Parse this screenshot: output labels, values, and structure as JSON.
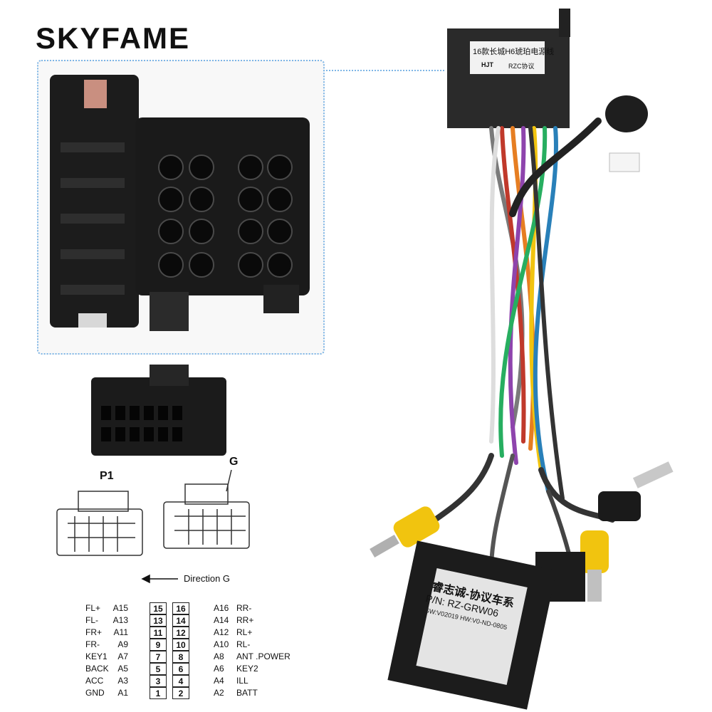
{
  "brand": {
    "name": "SKYFAME"
  },
  "harness_module": {
    "label_line1": "16款长城H6琥珀电源线",
    "label_hjt": "HJT",
    "label_protocol": "RZC协议"
  },
  "decoder_box": {
    "title": "睿志诚-协议车系",
    "part_number": "P/N: RZ-GRW06",
    "version_line": "SW:V02019  HW:V0-ND-0805"
  },
  "connectors": {
    "p1_label": "P1",
    "g_label": "G",
    "direction_label": "Direction G"
  },
  "pinout": {
    "rows": [
      {
        "sig_l": "FL+",
        "pin_l": "A15",
        "num_l": "15",
        "num_r": "16",
        "pin_r": "A16",
        "sig_r": "RR-"
      },
      {
        "sig_l": "FL-",
        "pin_l": "A13",
        "num_l": "13",
        "num_r": "14",
        "pin_r": "A14",
        "sig_r": "RR+"
      },
      {
        "sig_l": "FR+",
        "pin_l": "A11",
        "num_l": "11",
        "num_r": "12",
        "pin_r": "A12",
        "sig_r": "RL+"
      },
      {
        "sig_l": "FR-",
        "pin_l": "A9",
        "num_l": "9",
        "num_r": "10",
        "pin_r": "A10",
        "sig_r": "RL-"
      },
      {
        "sig_l": "KEY1",
        "pin_l": "A7",
        "num_l": "7",
        "num_r": "8",
        "pin_r": "A8",
        "sig_r": "ANT .POWER"
      },
      {
        "sig_l": "BACK",
        "pin_l": "A5",
        "num_l": "5",
        "num_r": "6",
        "pin_r": "A6",
        "sig_r": "KEY2"
      },
      {
        "sig_l": "ACC",
        "pin_l": "A3",
        "num_l": "3",
        "num_r": "4",
        "pin_r": "A4",
        "sig_r": "ILL"
      },
      {
        "sig_l": "GND",
        "pin_l": "A1",
        "num_l": "1",
        "num_r": "2",
        "pin_r": "A2",
        "sig_r": "BATT"
      }
    ]
  }
}
